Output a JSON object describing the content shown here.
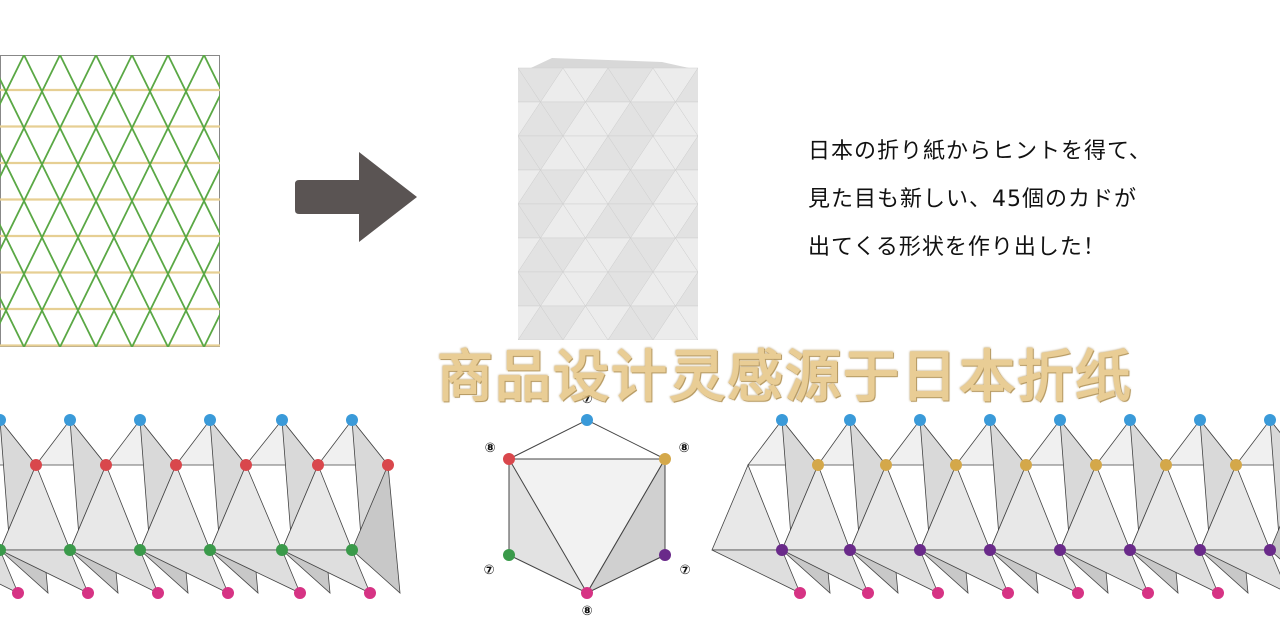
{
  "caption": {
    "line1": "日本の折り紙からヒントを得て、",
    "line2": "見た目も新しい、45個のカドが",
    "line3": "出てくる形状を作り出した！"
  },
  "overlay_text": "商品设计灵感源于日本折纸",
  "diagram_labels": {
    "top": "⑦",
    "upper_left": "⑧",
    "upper_right": "⑧",
    "lower_left": "⑦",
    "lower_right": "⑦",
    "bottom": "⑧"
  },
  "colors": {
    "grid_green": "#5aa845",
    "grid_tan": "#e6cf93",
    "arrow": "#5a5453",
    "node_blue": "#3a9ad9",
    "node_red": "#d9474c",
    "node_green": "#3a9a4a",
    "node_pink": "#d63384",
    "node_gold": "#d4a84a",
    "node_purple": "#6a2a8a",
    "text": "#111111",
    "overlay": "#e8c98d"
  }
}
